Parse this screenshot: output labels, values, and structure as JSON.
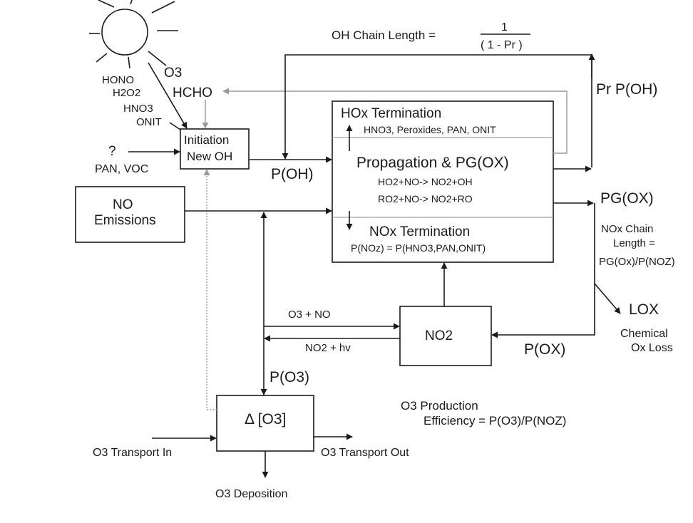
{
  "nodes": {
    "initiation": {
      "line1": "Initiation",
      "line2": "New OH"
    },
    "no_emissions": {
      "line1": "NO",
      "line2": "Emissions"
    },
    "central": {
      "hox_termination": "HOx Termination",
      "hox_products": "HNO3, Peroxides, PAN, ONIT",
      "propagation": "Propagation & PG(OX)",
      "reaction1": "HO2+NO-> NO2+OH",
      "reaction2": "RO2+NO-> NO2+RO",
      "nox_termination": "NOx Termination",
      "pnoz": "P(NOz) = P(HNO3,PAN,ONIT)"
    },
    "no2": "NO2",
    "delta_o3": "Δ [O3]"
  },
  "labels": {
    "oh_chain_length": "OH Chain Length =",
    "oh_chain_numerator": "1",
    "oh_chain_denominator": "( 1 - Pr )",
    "pr_poh": "Pr P(OH)",
    "hono": "HONO",
    "h2o2": "H2O2",
    "hno3": "HNO3",
    "onit": "ONIT",
    "o3_top": "O3",
    "hcho": "HCHO",
    "question": "?",
    "pan_voc": "PAN, VOC",
    "poh": "P(OH)",
    "pg_ox": "PG(OX)",
    "nox_chain_1": "NOx Chain",
    "nox_chain_2": "Length =",
    "nox_chain_3": "PG(Ox)/P(NOZ)",
    "lox": "LOX",
    "chem_loss_1": "Chemical",
    "chem_loss_2": "Ox Loss",
    "o3_plus_no": "O3 + NO",
    "no2_plus_hv": "NO2 + hv",
    "pox": "P(OX)",
    "po3": "P(O3)",
    "o3_prod_1": "O3 Production",
    "o3_prod_2": "Efficiency = P(O3)/P(NOZ)",
    "transport_in": "O3 Transport In",
    "transport_out": "O3 Transport Out",
    "deposition": "O3 Deposition"
  },
  "icons": {
    "sun": "sun-icon"
  },
  "colors": {
    "line": "#1a1a1a",
    "gray_line": "#9a9a9a"
  }
}
